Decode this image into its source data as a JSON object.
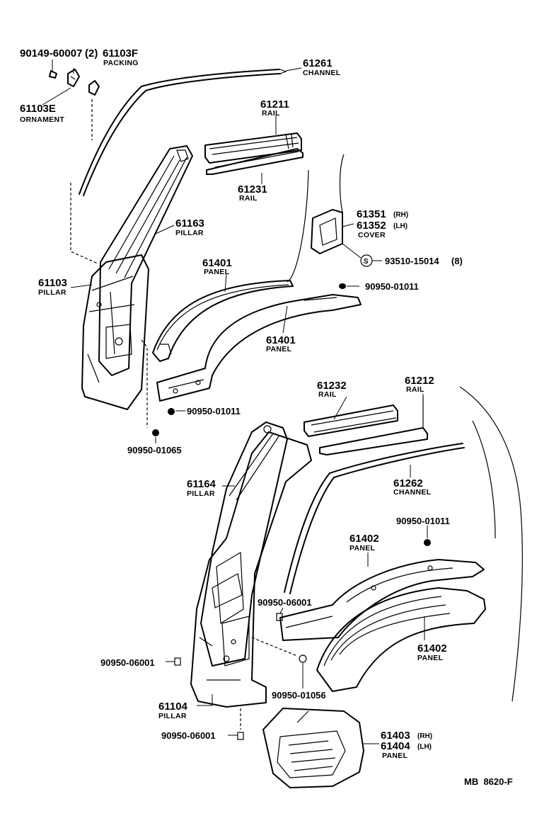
{
  "labels": {
    "p90149": "90149-60007",
    "p90149_qty": "(2)",
    "p61103F": "61103F",
    "p61103F_name": "PACKING",
    "p61103E": "61103E",
    "p61103E_name": "ORNAMENT",
    "p61261": "61261",
    "p61261_name": "CHANNEL",
    "p61211": "61211",
    "p61211_name": "RAIL",
    "p61231": "61231",
    "p61231_name": "RAIL",
    "p61163": "61163",
    "p61163_name": "PILLAR",
    "p61351": "61351",
    "p61351_side": "(RH)",
    "p61352": "61352",
    "p61352_side": "(LH)",
    "p6135x_name": "COVER",
    "screw_symbol": "S",
    "p93510": "93510-15014",
    "p93510_qty": "(8)",
    "p61103": "61103",
    "p61103_name": "PILLAR",
    "p61401a": "61401",
    "p61401a_name": "PANEL",
    "p90950_01011a": "90950-01011",
    "p61401b": "61401",
    "p61401b_name": "PANEL",
    "p90950_01011b": "90950-01011",
    "p90950_01065": "90950-01065",
    "p61232": "61232",
    "p61232_name": "RAIL",
    "p61212": "61212",
    "p61212_name": "RAIL",
    "p61164": "61164",
    "p61164_name": "PILLAR",
    "p61262": "61262",
    "p61262_name": "CHANNEL",
    "p90950_01011c": "90950-01011",
    "p61402a": "61402",
    "p61402a_name": "PANEL",
    "p90950_06001a": "90950-06001",
    "p90950_06001b": "90950-06001",
    "p61402b": "61402",
    "p61402b_name": "PANEL",
    "p90950_01056": "90950-01056",
    "p61104": "61104",
    "p61104_name": "PILLAR",
    "p90950_06001c": "90950-06001",
    "p61403": "61403",
    "p61403_side": "(RH)",
    "p61404": "61404",
    "p61404_side": "(LH)",
    "p6140x_name": "PANEL",
    "drawing_code": "MB  8620-F"
  }
}
